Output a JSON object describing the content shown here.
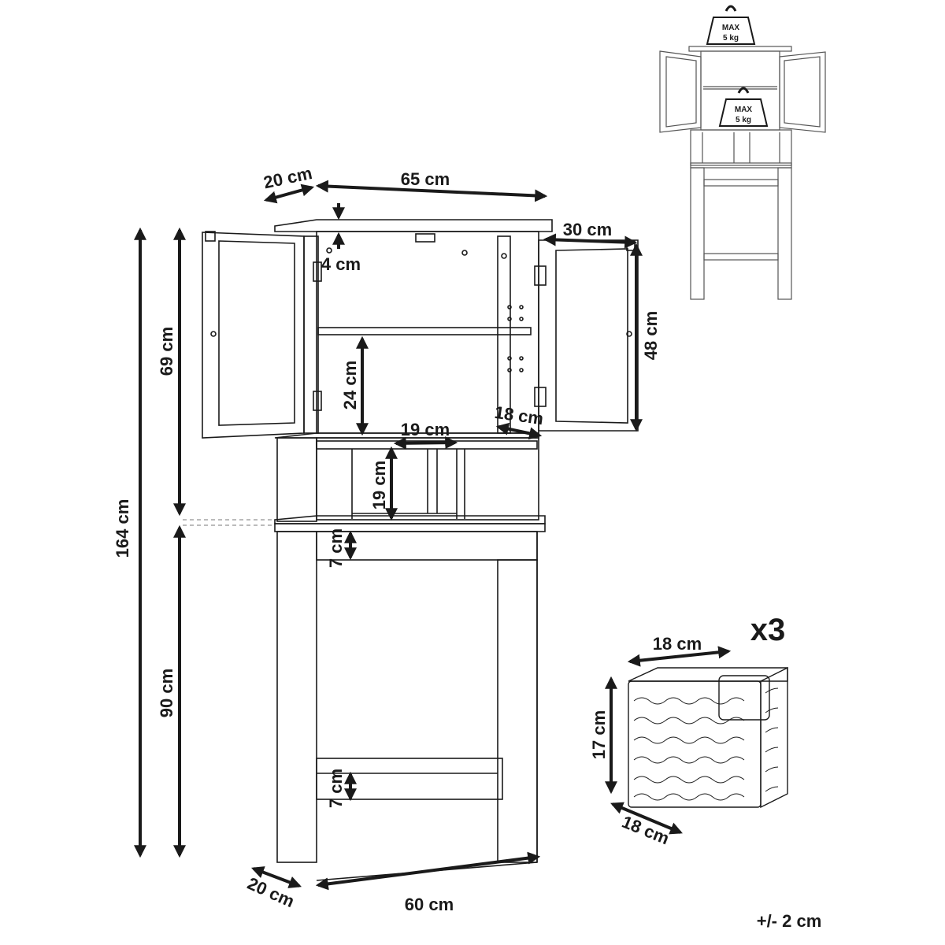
{
  "dimensions": {
    "depth_top": "20 cm",
    "width_top": "65 cm",
    "top_overhang": "4 cm",
    "door_width": "30 cm",
    "door_height": "48 cm",
    "cabinet_height": "69 cm",
    "shelf_height": "24 cm",
    "cubby_width": "19 cm",
    "cubby_depth": "18 cm",
    "cubby_height": "19 cm",
    "total_height": "164 cm",
    "base_height": "90 cm",
    "rail_upper": "7 cm",
    "rail_lower": "7 cm",
    "depth_bottom": "20 cm",
    "width_bottom": "60 cm"
  },
  "basket": {
    "quantity": "x3",
    "width": "18 cm",
    "height": "17 cm",
    "depth": "18 cm"
  },
  "load_limits": {
    "upper": {
      "max": "MAX",
      "weight": "5 kg"
    },
    "lower": {
      "max": "MAX",
      "weight": "5 kg"
    }
  },
  "tolerance": "+/- 2 cm",
  "colors": {
    "line": "#1a1a1a",
    "thumb_line": "#555555",
    "dashed": "#777777"
  }
}
